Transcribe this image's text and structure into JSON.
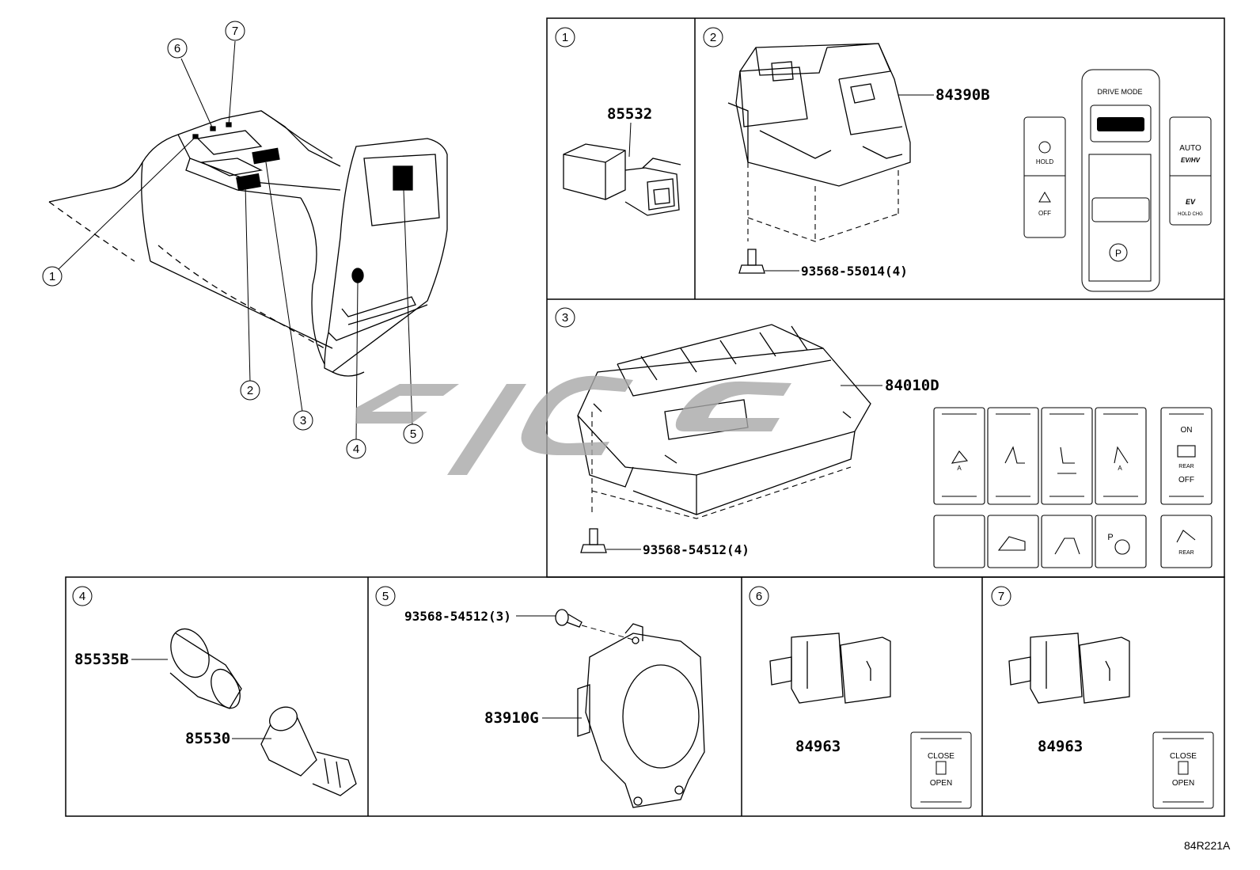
{
  "reference_code": "84R221A",
  "callouts": [
    "1",
    "2",
    "3",
    "4",
    "5",
    "6",
    "7"
  ],
  "panels": {
    "p1": {
      "number": "1",
      "parts": [
        "85532"
      ]
    },
    "p2": {
      "number": "2",
      "parts": [
        "84390B",
        "93568-55014(4)"
      ],
      "switches": {
        "hold": "HOLD",
        "off": "OFF",
        "drive_mode": "DRIVE MODE",
        "auto": "AUTO",
        "ev_hv": "EV/HV",
        "ev": "EV",
        "hold_chg": "HOLD CHG",
        "park": "P"
      }
    },
    "p3": {
      "number": "3",
      "parts": [
        "84010D",
        "93568-54512(4)"
      ],
      "switches": {
        "seat_a1": "A",
        "seat_a2": "A",
        "on": "ON",
        "rear": "REAR",
        "off": "OFF",
        "park": "P",
        "rear2": "REAR"
      }
    },
    "p4": {
      "number": "4",
      "parts": [
        "85535B",
        "85530"
      ]
    },
    "p5": {
      "number": "5",
      "parts": [
        "93568-54512(3)",
        "83910G"
      ]
    },
    "p6": {
      "number": "6",
      "parts": [
        "84963"
      ],
      "switch": {
        "top": "CLOSE",
        "bottom": "OPEN"
      }
    },
    "p7": {
      "number": "7",
      "parts": [
        "84963"
      ],
      "switch": {
        "top": "CLOSE",
        "bottom": "OPEN"
      }
    }
  }
}
